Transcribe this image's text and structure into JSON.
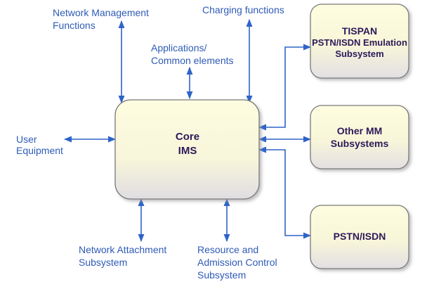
{
  "core": {
    "line1": "Core",
    "line2": "IMS"
  },
  "boxes": {
    "tispan": {
      "line1": "TISPAN",
      "line2": "PSTN/ISDN Emulation",
      "line3": "Subsystem"
    },
    "other_mm": {
      "line1": "Other MM",
      "line2": "Subsystems"
    },
    "pstn": {
      "line1": "PSTN/ISDN"
    }
  },
  "labels": {
    "network_management": {
      "line1": "Network Management",
      "line2": "Functions"
    },
    "charging": {
      "line1": "Charging functions"
    },
    "applications": {
      "line1": "Applications/",
      "line2": "Common elements"
    },
    "user_equipment": {
      "line1": "User",
      "line2": "Equipment"
    },
    "network_attachment": {
      "line1": "Network Attachment",
      "line2": "Subsystem"
    },
    "resource_admission": {
      "line1": "Resource and",
      "line2": "Admission Control",
      "line3": "Subsystem"
    }
  },
  "colors": {
    "connector": "#2e63c8",
    "label_text": "#2f5bb7",
    "box_text": "#2b1a5a",
    "box_fill_top": "#fffde0",
    "box_fill_bottom": "#e4e1e4"
  }
}
